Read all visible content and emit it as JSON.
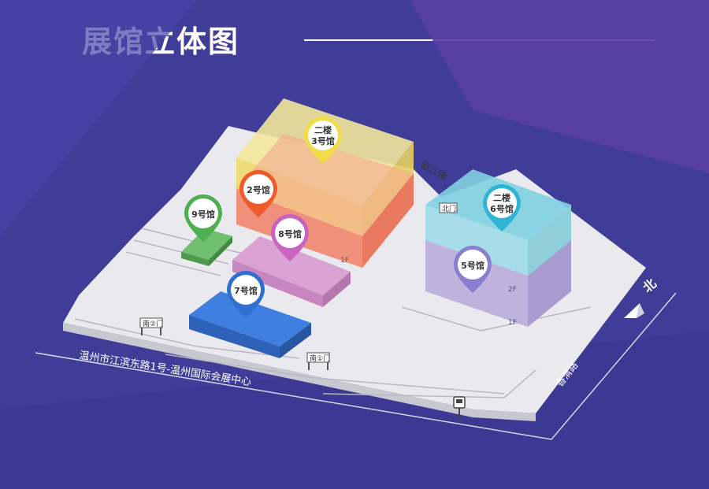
{
  "page": {
    "title": "展馆立体图"
  },
  "colors": {
    "background": "#3f3d98",
    "ground": "#e9e9ee",
    "hall_3": "#f3e79a",
    "hall_2": "#f0907a",
    "hall_9": "#5fae63",
    "hall_8": "#cc86c4",
    "hall_7": "#2f6fcf",
    "hall_6": "#7fd0e0",
    "hall_5": "#a89bd0"
  },
  "markers": [
    {
      "id": "hall-3",
      "line1": "二楼",
      "line2": "3号馆",
      "color": "#f3dc4a"
    },
    {
      "id": "hall-2",
      "line1": "2号馆",
      "line2": "",
      "color": "#ef5a2d"
    },
    {
      "id": "hall-9",
      "line1": "9号馆",
      "line2": "",
      "color": "#4fae4f"
    },
    {
      "id": "hall-8",
      "line1": "8号馆",
      "line2": "",
      "color": "#c865c0"
    },
    {
      "id": "hall-7",
      "line1": "7号馆",
      "line2": "",
      "color": "#2f6fcf"
    },
    {
      "id": "hall-6",
      "line1": "二楼",
      "line2": "6号馆",
      "color": "#2fb4d6"
    },
    {
      "id": "hall-5",
      "line1": "5号馆",
      "line2": "",
      "color": "#8a7fcf"
    }
  ],
  "labels": {
    "road_north": "瓯江路",
    "road_east": "香渭路",
    "address": "温州市江滨东路1号-温州国际会展中心",
    "north_gate": "北门",
    "south_gate_1": "南①门",
    "south_gate_2": "南②门",
    "floor_1f_west": "1F",
    "floor_2f_east": "2F",
    "floor_1f_east": "1F",
    "compass": "北"
  }
}
